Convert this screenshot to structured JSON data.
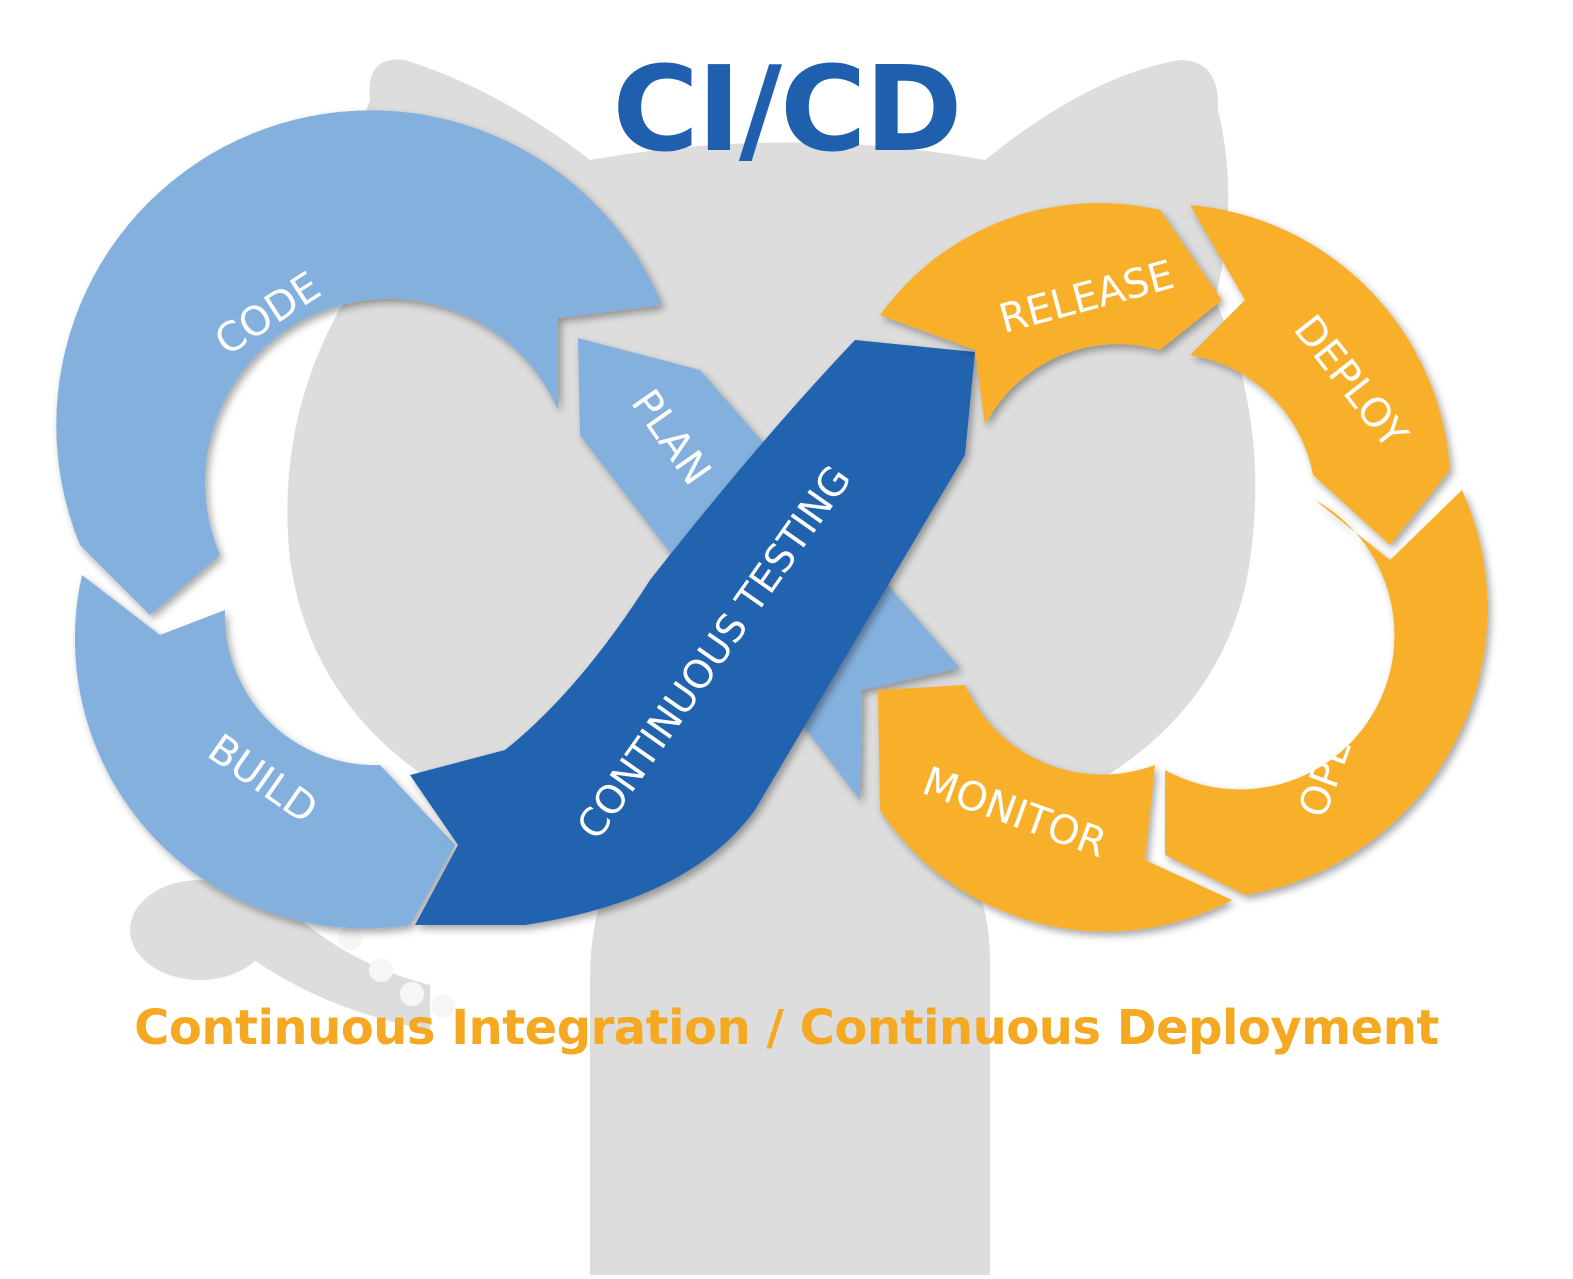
{
  "title": "CI/CD",
  "subtitle": "Continuous Integration / Continuous Deployment",
  "colors": {
    "title": "#1f5fae",
    "subtitle": "#f5a923",
    "ci_light": "#84b0de",
    "ci_dark": "#2163b0",
    "cd_orange": "#f8b02c",
    "mascot": "#dddddd",
    "label": "#ffffff"
  },
  "stages": {
    "code": "CODE",
    "plan": "PLAN",
    "build": "BUILD",
    "testing": "CONTINUOUS TESTING",
    "release": "RELEASE",
    "deploy": "DEPLOY",
    "operate": "OPERATE",
    "monitor": "MONITOR"
  },
  "background_icon": "octocat-silhouette-icon"
}
